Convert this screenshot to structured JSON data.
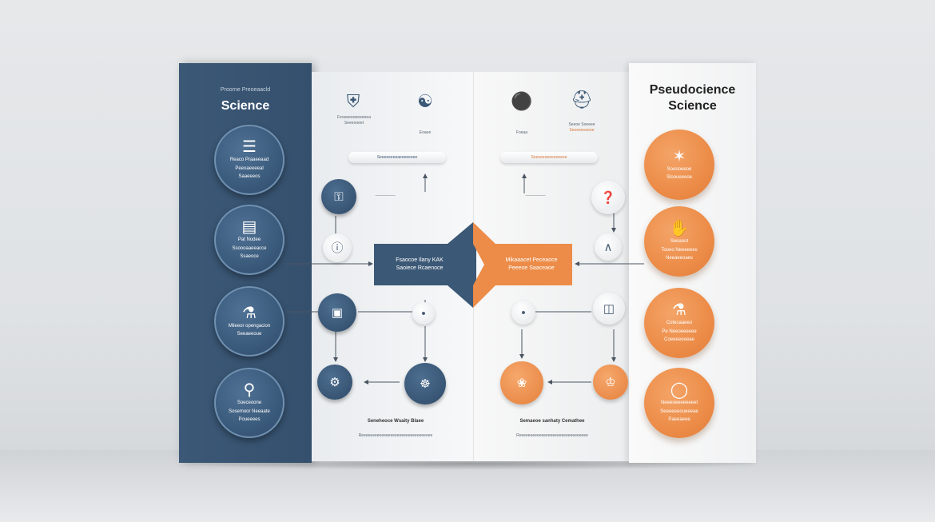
{
  "colors": {
    "accent_blue": "#3b5876",
    "accent_orange": "#ec8c48"
  },
  "left_panel": {
    "subtitle": "Proorne Preoeaacld",
    "title": "Science",
    "circles": [
      {
        "icon": "book-icon",
        "label_1": "Reaco Praaeeaad",
        "label_2": "Peeoaeeeeal",
        "label_3": "Saaeeeos"
      },
      {
        "icon": "document-icon",
        "label_1": "Pat Nodee",
        "label_2": "Ssoooaaeeacce",
        "label_3": "Ssaeoce"
      },
      {
        "icon": "lab-bottles-icon",
        "label_1": "Mileeor opengacion",
        "label_2": "Seeaeeoue",
        "label_3": ""
      },
      {
        "icon": "magnifier-icon",
        "label_1": "Soeceoone",
        "label_2": "Sosemoor Neeaate",
        "label_3": "Poueeees"
      }
    ]
  },
  "right_panel": {
    "title_1": "Pseudocience",
    "title_2": "Science",
    "circles": [
      {
        "icon": "handshake-icon",
        "label_1": "Sooooeeoe",
        "label_2": "Slooueeeoe",
        "label_3": ""
      },
      {
        "icon": "hands-icon",
        "label_1": "Seeaoot",
        "label_2": "Tooeo Neeeeees",
        "label_3": "Neeaeeoaes"
      },
      {
        "icon": "flask-icon",
        "label_1": "Cotecaaeeo",
        "label_2": "Pe Neeoeeeeee",
        "label_3": "Coeeeeoeeae"
      },
      {
        "icon": "bulb-icon",
        "label_1": "Neeeoeeeeeeeet",
        "label_2": "Seeeeeeoueeeae",
        "label_3": "Paeeaeee"
      }
    ]
  },
  "middle": {
    "top_left": {
      "label_1": "Feooeeeoeeeeeea",
      "label_2": "Seeeooeet",
      "icon": "shield-icon"
    },
    "top_center_left": {
      "label": "Eoaee",
      "icon": "stethoscope-icon"
    },
    "top_center_right": {
      "label": "Foeaa",
      "icon": "pendant-icon"
    },
    "top_right": {
      "label_1": "Seeoe Soeeee",
      "label_2": "Seoeeeoeeoe",
      "icon": "pillar-icon"
    },
    "pill_left": "Seeeeeeeeaeeeeeeee",
    "pill_right": "Seeoeeeeeeeeeeee",
    "center_left": {
      "line_1": "Fsaocoe Ilany KAK",
      "line_2": "Saoiece Rcaenoce"
    },
    "center_right": {
      "line_1": "Mikaaacet Peceaoce",
      "line_2": "Peeeoe Saaceaoe"
    },
    "bottom_left_title": "Seneheoce Wsaity Blaee",
    "bottom_right_title": "Semaeoe sanhaty Cemathee",
    "bottom_left_caption": "Reeeeeeeeeeeeeeeeeeeeeeeeeeeeeeee",
    "bottom_right_caption": "Reeeeeeeeeeeeeeeeeeeeeeeeeeeeeee"
  }
}
